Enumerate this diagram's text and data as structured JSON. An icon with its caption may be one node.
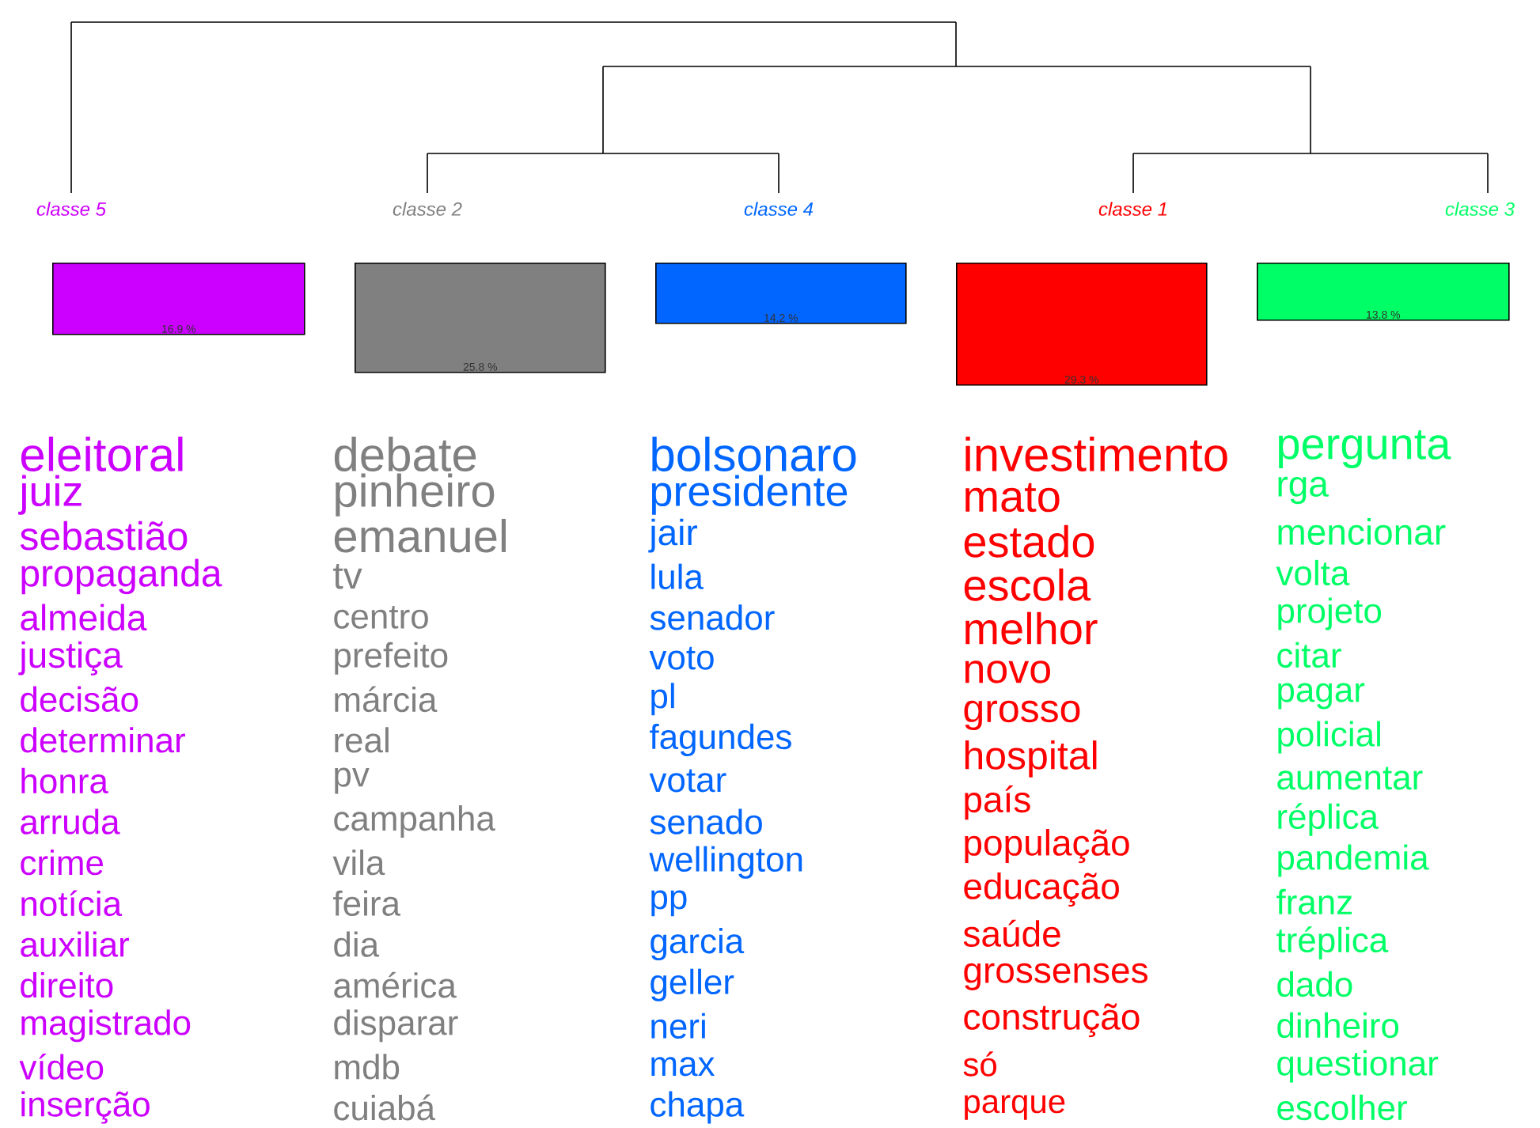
{
  "diagram": {
    "nodes": [
      {
        "text": [
          "16.9 %"
        ],
        "beside": [
          "classe 5"
        ]
      },
      {
        "text": [
          "25.8 %"
        ],
        "beside": [
          "classe 2"
        ]
      },
      {
        "text": [
          "14.2 %"
        ],
        "beside": [
          "classe 4"
        ]
      },
      {
        "text": [
          "29.3 %"
        ],
        "beside": [
          "classe 1"
        ]
      },
      {
        "text": [
          "13.8 %"
        ],
        "beside": [
          "classe 3"
        ]
      }
    ],
    "labels": [
      "eleitoral",
      "juiz",
      "sebastião",
      "propaganda",
      "almeida",
      "justiça",
      "decisão",
      "determinar",
      "honra",
      "arruda",
      "crime",
      "notícia",
      "auxiliar",
      "direito",
      "magistrado",
      "vídeo",
      "inserção",
      "debate",
      "pinheiro",
      "emanuel",
      "tv",
      "centro",
      "prefeito",
      "márcia",
      "real",
      "pv",
      "campanha",
      "vila",
      "feira",
      "dia",
      "américa",
      "disparar",
      "mdb",
      "cuiabá",
      "bolsonaro",
      "presidente",
      "jair",
      "lula",
      "senador",
      "voto",
      "pl",
      "fagundes",
      "votar",
      "senado",
      "wellington",
      "pp",
      "garcia",
      "geller",
      "neri",
      "max",
      "chapa",
      "investimento",
      "mato",
      "estado",
      "escola",
      "melhor",
      "novo",
      "grosso",
      "hospital",
      "país",
      "população",
      "educação",
      "saúde",
      "grossenses",
      "construção",
      "só",
      "parque",
      "pergunta",
      "rga",
      "mencionar",
      "volta",
      "projeto",
      "citar",
      "pagar",
      "policial",
      "aumentar",
      "réplica",
      "pandemia",
      "franz",
      "tréplica",
      "dado",
      "dinheiro",
      "questionar",
      "escolher"
    ]
  }
}
